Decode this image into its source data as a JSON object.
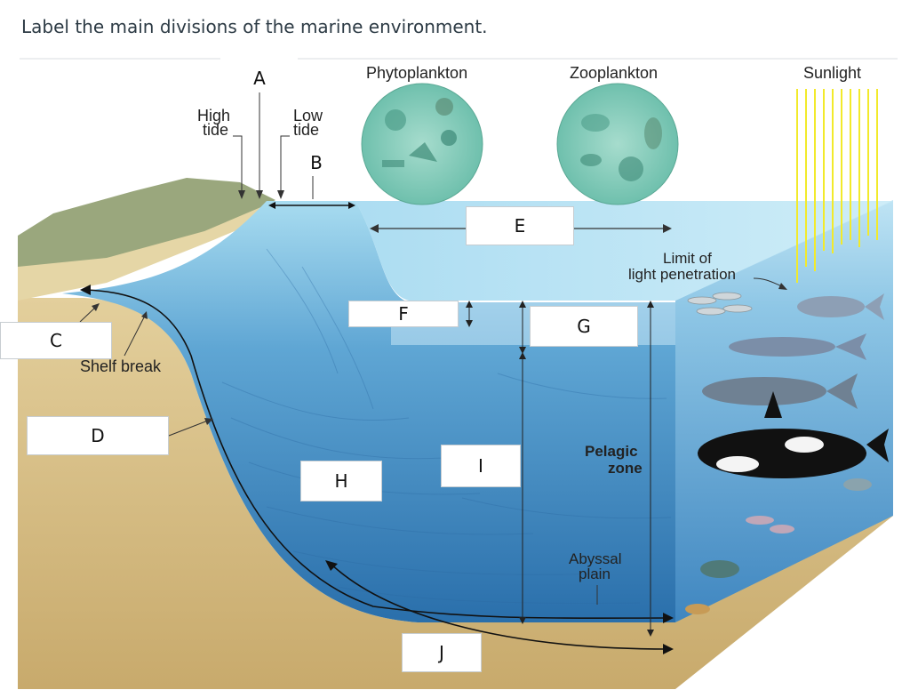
{
  "question": "Label the main divisions of the marine environment.",
  "answer_boxes": {
    "a": "A",
    "b": "B",
    "c": "C",
    "d": "D",
    "e": "E",
    "f": "F",
    "g": "G",
    "h": "H",
    "i": "I",
    "j": "J"
  },
  "diagram": {
    "phytoplankton": "Phytoplankton",
    "zooplankton": "Zooplankton",
    "sunlight": "Sunlight",
    "high_tide_1": "High",
    "high_tide_2": "tide",
    "low_tide_1": "Low",
    "low_tide_2": "tide",
    "shelf_break": "Shelf break",
    "limit_1": "Limit of",
    "limit_2": "light penetration",
    "pelagic_1": "Pelagic",
    "pelagic_2": "zone",
    "abyssal_1": "Abyssal",
    "abyssal_2": "plain"
  },
  "colors": {
    "water_surface": "#8fd0ec",
    "water_deep": "#2f79b3",
    "seafloor": "#d8c08a",
    "sunlight": "#f2ea2b"
  }
}
